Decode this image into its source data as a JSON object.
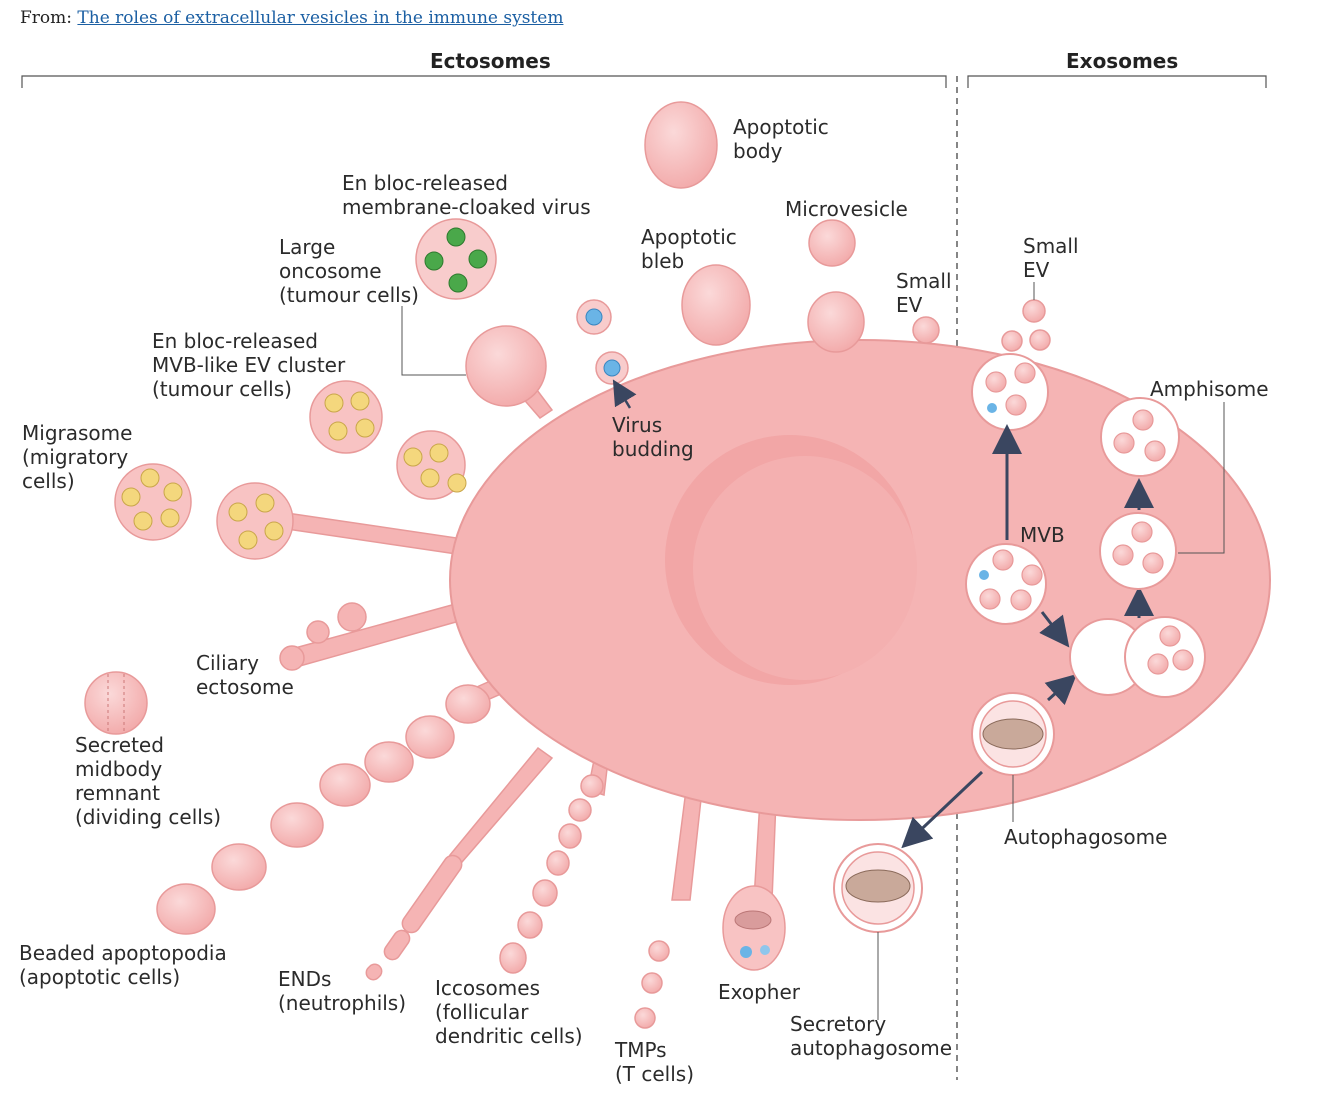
{
  "header": {
    "prefix": "From:",
    "link_text": "The roles of extracellular vesicles in the immune system"
  },
  "sections": {
    "ectosomes": "Ectosomes",
    "exosomes": "Exosomes"
  },
  "labels": {
    "apoptotic_body": "Apoptotic\nbody",
    "microvesicle": "Microvesicle",
    "en_bloc_virus": "En bloc-released\nmembrane-cloaked virus",
    "large_oncosome": "Large\noncosome\n(tumour cells)",
    "apoptotic_bleb": "Apoptotic\nbleb",
    "small_ev_left": "Small\nEV",
    "small_ev_right": "Small\nEV",
    "en_bloc_mvb": "En bloc-released\nMVB-like EV cluster\n(tumour cells)",
    "migrasome": "Migrasome\n(migratory\ncells)",
    "virus_budding": "Virus\nbudding",
    "amphisome": "Amphisome",
    "mvb": "MVB",
    "ciliary_ectosome": "Ciliary\nectosome",
    "midbody": "Secreted\nmidbody\nremnant\n(dividing cells)",
    "autophagosome": "Autophagosome",
    "beaded": "Beaded apoptopodia\n(apoptotic cells)",
    "ends": "ENDs\n(neutrophils)",
    "iccosomes": "Iccosomes\n(follicular\ndendritic cells)",
    "exopher": "Exopher",
    "secretory_autophagosome": "Secretory\nautophagosome",
    "tmps": "TMPs\n(T cells)"
  },
  "colors": {
    "cell_fill": "#f5b4b4",
    "cell_stroke": "#e89a9a",
    "vesicle_fill": "#f8c3c3",
    "nucleus": "#f2a6a6",
    "yellow_cargo": "#f4d77d",
    "virus_green": "#4aa84a",
    "virus_blue": "#6ab4e6",
    "arrow": "#3a4660",
    "link": "#1b5fa3"
  }
}
